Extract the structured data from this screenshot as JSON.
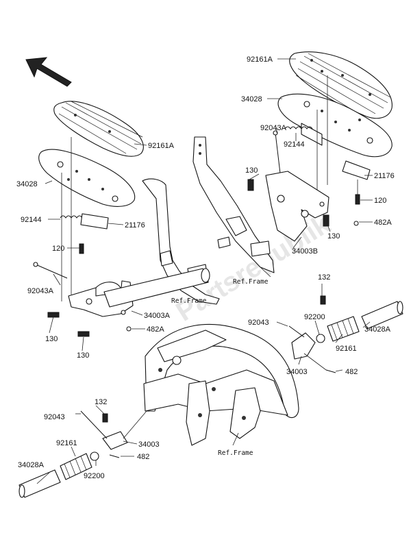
{
  "direction_arrow_icon": "front-arrow-icon",
  "watermark": "Partsrepublik",
  "labels": {
    "p92161A_top": "92161A",
    "p34028_top": "34028",
    "p92043A_top": "92043A",
    "p92144_top": "92144",
    "p130_top": "130",
    "p21176_top": "21176",
    "p120_top": "120",
    "p482A_top": "482A",
    "p130_top2": "130",
    "p34003B": "34003B",
    "p92161A_left": "92161A",
    "p34028_left": "34028",
    "p92144_left": "92144",
    "p21176_left": "21176",
    "p120_left": "120",
    "p92043A_left": "92043A",
    "p34003A": "34003A",
    "p130_left": "130",
    "p482A_left": "482A",
    "p130_left2": "130",
    "p132_right": "132",
    "p92043_right": "92043",
    "p92200_right": "92200",
    "p34028A_right": "34028A",
    "p92161_right": "92161",
    "p34003_right": "34003",
    "p482_right": "482",
    "p132_bottom": "132",
    "p92043_bottom": "92043",
    "p34003_bottom": "34003",
    "p92161_bottom": "92161",
    "p482_bottom": "482",
    "p34028A_bottom": "34028A",
    "p92200_bottom": "92200"
  },
  "refs": {
    "ref_frame_1": "Ref.Frame",
    "ref_frame_2": "Ref.Frame",
    "ref_frame_3": "Ref.Frame"
  }
}
